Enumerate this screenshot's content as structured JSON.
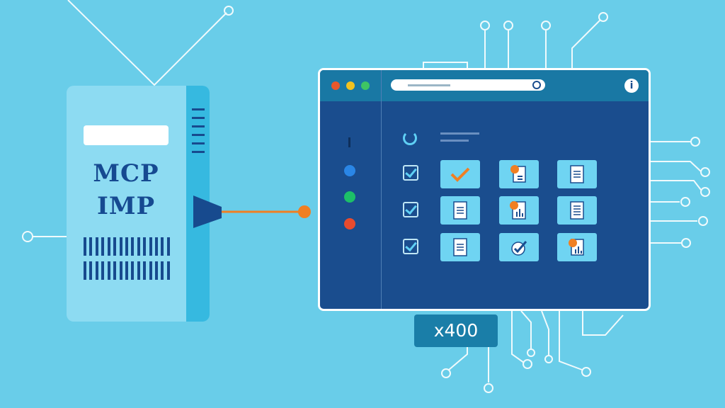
{
  "server": {
    "label_line1": "MCP",
    "label_line2": "IMP"
  },
  "window": {
    "traffic_dots": [
      "#e8572b",
      "#f2c21f",
      "#3ec564"
    ],
    "nav_dots": [
      "#2a86e6",
      "#1dbf68",
      "#e84b2e"
    ],
    "info_icon": "i"
  },
  "counter": {
    "label": "x400"
  },
  "colors": {
    "background": "#69cde9",
    "window_body": "#1a4d8e",
    "tile": "#6fd4f2",
    "accent_orange": "#f07f22"
  },
  "grid": {
    "rows": [
      {
        "checked": true,
        "tiles": [
          "checkmark-icon",
          "document-badge-icon",
          "document-icon"
        ]
      },
      {
        "checked": true,
        "tiles": [
          "document-icon",
          "chart-badge-icon",
          "document-icon"
        ]
      },
      {
        "checked": true,
        "tiles": [
          "document-icon",
          "approval-icon",
          "chart-badge-icon"
        ]
      }
    ]
  }
}
